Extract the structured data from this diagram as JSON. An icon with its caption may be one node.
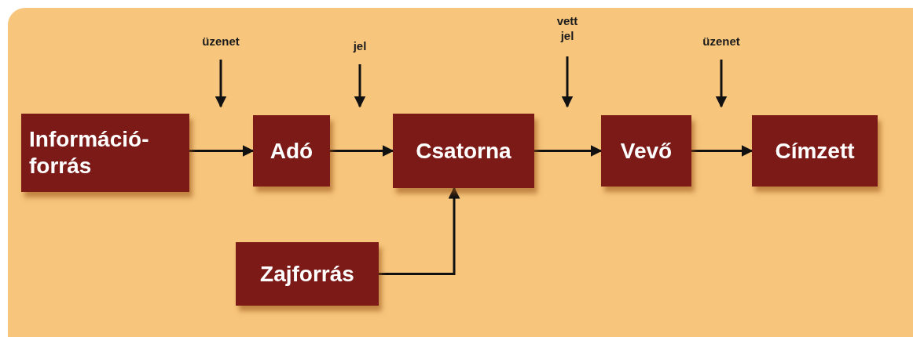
{
  "diagram": {
    "nodes": [
      {
        "text": [
          "Információ-forrás"
        ]
      },
      {
        "text": [
          "Adó"
        ]
      },
      {
        "text": [
          "Csatorna"
        ]
      },
      {
        "text": [
          "Vevő"
        ]
      },
      {
        "text": [
          "Címzett"
        ]
      },
      {
        "text": [
          "Zajforrás"
        ]
      },
      {
        "text": [
          "üzenet"
        ]
      },
      {
        "text": [
          "jel"
        ]
      },
      {
        "text": [
          "vett jel"
        ]
      },
      {
        "text": [
          "üzenet"
        ]
      }
    ],
    "edges": [
      {
        "from": 0,
        "to": 1,
        "arrow": "to"
      },
      {
        "from": 1,
        "to": 2,
        "arrow": "to"
      },
      {
        "from": 2,
        "to": 3,
        "arrow": "to"
      },
      {
        "from": 3,
        "to": 4,
        "arrow": "to"
      },
      {
        "from": 5,
        "to": 2,
        "arrow": "to"
      },
      {
        "from": 6,
        "to": null,
        "arrow": "to"
      },
      {
        "from": 7,
        "to": null,
        "arrow": "to"
      },
      {
        "from": 8,
        "to": null,
        "arrow": "to"
      },
      {
        "from": 9,
        "to": null,
        "arrow": "to"
      }
    ]
  }
}
